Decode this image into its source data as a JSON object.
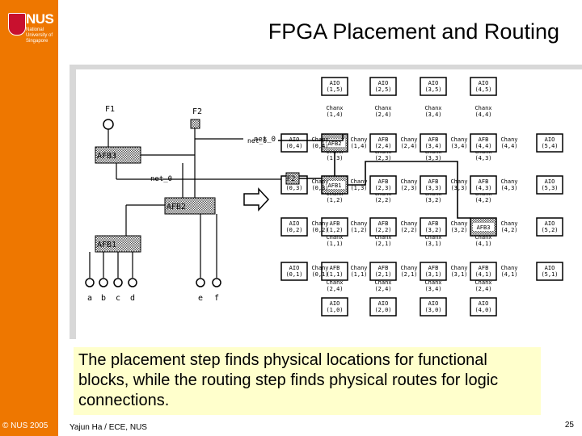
{
  "slide": {
    "title": "FPGA Placement and Routing",
    "caption": "The placement step finds physical locations for functional blocks, while the routing step finds physical routes for logic connections.",
    "footer_author": "Yajun Ha / ECE, NUS",
    "copyright": "© NUS 2005",
    "page_number": "25",
    "logo_text": "NUS",
    "logo_subtext": "National University of Singapore",
    "accent_color": "#ee7700",
    "caption_bg": "#ffffcc"
  },
  "netlist": {
    "flipflops": [
      "F1",
      "F2"
    ],
    "blocks": [
      "AFB3",
      "AFB2",
      "AFB1"
    ],
    "nets": [
      "net_0"
    ],
    "inputs": [
      "a",
      "b",
      "c",
      "d",
      "e",
      "f"
    ]
  },
  "fabric": {
    "aio_top": [
      "AIO\n(1,5)",
      "AIO\n(2,5)",
      "AIO\n(3,5)",
      "AIO\n(4,5)"
    ],
    "aio_bottom": [
      "AIO\n(1,0)",
      "AIO\n(2,0)",
      "AIO\n(3,0)",
      "AIO\n(4,0)"
    ],
    "aio_left": [
      "AIO\n(0,4)",
      "AIO\n(0,3)",
      "AIO\n(0,2)",
      "AIO\n(0,1)"
    ],
    "aio_right": [
      "AIO\n(5,4)",
      "AIO\n(5,3)",
      "AIO\n(5,2)",
      "AIO\n(5,1)"
    ],
    "left_highlight": "F2",
    "net_label": "net_0",
    "rows": [
      {
        "y": 4,
        "afb": [
          "AFB2",
          "AFB\n(2,4)",
          "AFB\n(3,4)",
          "AFB\n(4,4)"
        ],
        "chany": [
          "Chany\n(0,4)",
          "Chany\n(1,4)",
          "Chany\n(2,4)",
          "Chany\n(3,4)",
          "Chany\n(4,4)"
        ]
      },
      {
        "y": 3,
        "afb": [
          "AFB1",
          "AFB\n(2,3)",
          "AFB\n(3,3)",
          "AFB\n(4,3)"
        ],
        "chany": [
          "Chany\n(0,3)",
          "Chany\n(1,3)",
          "Chany\n(2,3)",
          "Chany\n(3,3)",
          "Chany\n(4,3)"
        ]
      },
      {
        "y": 2,
        "afb": [
          "AFB\n(1,2)",
          "AFB\n(2,2)",
          "AFB\n(3,2)",
          "AFB3"
        ],
        "chany": [
          "Chany\n(0,2)",
          "Chany\n(1,2)",
          "Chany\n(2,2)",
          "Chany\n(3,2)",
          "Chany\n(4,2)"
        ]
      },
      {
        "y": 1,
        "afb": [
          "AFB\n(1,1)",
          "AFB\n(2,1)",
          "AFB\n(3,1)",
          "AFB\n(4,1)"
        ],
        "chany": [
          "Chany\n(0,1)",
          "Chany\n(1,1)",
          "Chany\n(2,1)",
          "Chany\n(3,1)",
          "Chany\n(4,1)"
        ]
      }
    ],
    "chanx_rows": [
      [
        "Chanx\n(1,4)",
        "Chanx\n(2,4)",
        "Chanx\n(3,4)",
        "Chanx\n(4,4)"
      ],
      [
        "Chanx\n(1,3)",
        "Chanx\n(2,3)",
        "Chanx\n(3,3)",
        "Chanx\n(4,3)"
      ],
      [
        "Chanx\n(1,2)",
        "Chanx\n(2,2)",
        "Chanx\n(3,2)",
        "Chanx\n(4,2)"
      ],
      [
        "Chanx\n(1,1)",
        "Chanx\n(2,1)",
        "Chanx\n(3,1)",
        "Chanx\n(4,1)"
      ],
      [
        "Chanx\n(2,4)",
        "Chanx\n(2,4)",
        "Chanx\n(3,4)",
        "Chanx\n(2,4)"
      ]
    ]
  }
}
